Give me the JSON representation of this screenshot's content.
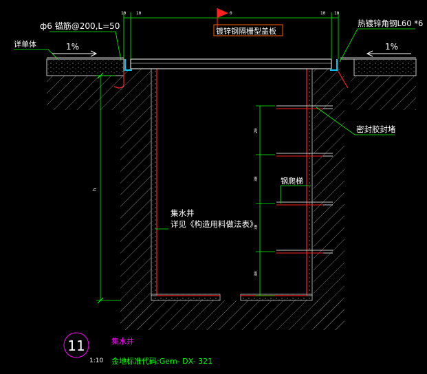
{
  "labels": {
    "anchor_bar": "ф6 锚筋@200,L=50",
    "cover_plate": "镀锌钢隔栅型盖板",
    "angle_steel": "热镀锌角钢L60 *6",
    "detail_ref": "详单体",
    "slope_left": "1%",
    "slope_right": "1%",
    "sealant": "密封胶封堵",
    "ladder": "钢爬梯",
    "well_name": "集水井",
    "well_ref": "详见《构造用料做法表》",
    "dim_top_left_a": "10",
    "dim_top_left_b": "10",
    "dim_top_mid": "0",
    "dim_top_right_a": "10",
    "dim_top_right_b": "10",
    "dim_depth": "h",
    "dim_step_1": "20",
    "dim_step_2": "30",
    "dim_step_3": "30",
    "dim_step_4": "30"
  },
  "title_block": {
    "number": "11",
    "name": "集水井",
    "scale": "1:10",
    "code": "金地标准代码:Gem- DX- 321"
  },
  "colors": {
    "background": "#000000",
    "wall_hatch": "#b4b4b4",
    "concrete": "#c8c8c8",
    "text_white": "#ffffff",
    "dim_green": "#00ff00",
    "magenta": "#ff00ff",
    "red": "#ff2020",
    "cyan": "#00c8ff",
    "label_box": "#ff6000"
  },
  "icons": {
    "flag": "red-flag-icon"
  }
}
